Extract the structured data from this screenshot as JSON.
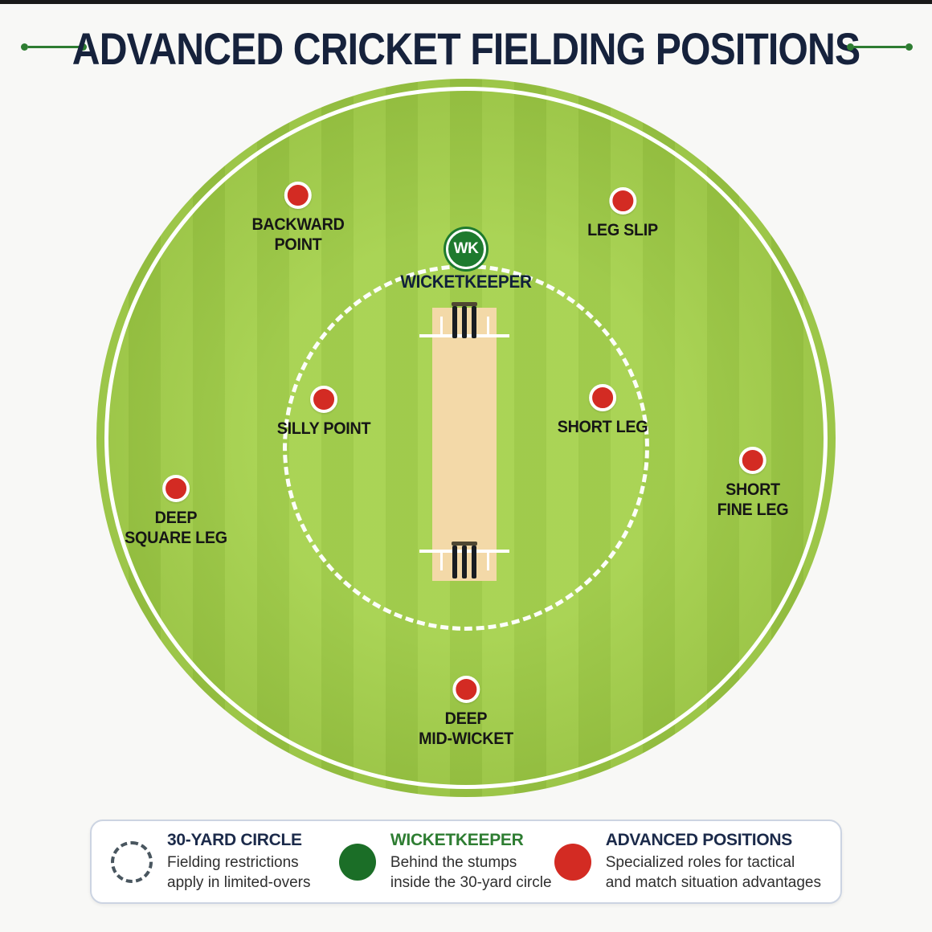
{
  "title": "ADVANCED CRICKET FIELDING POSITIONS",
  "colors": {
    "background": "#f8f8f6",
    "title_navy": "#16223c",
    "accent_green": "#2e7d32",
    "field_green_light": "#a6d24d",
    "field_green_dark": "#9bc843",
    "boundary_white": "#ffffff",
    "pitch_tan": "#f3d9a8",
    "marker_red": "#d32b23",
    "wicketkeeper_green": "#1e7a2e",
    "label_dark": "#161616",
    "legend_slate": "#49565f"
  },
  "field": {
    "wicketkeeper": {
      "abbr": "WK",
      "label": "WICKETKEEPER"
    },
    "positions": [
      {
        "name": "backward-point",
        "line1": "BACKWARD",
        "line2": "POINT"
      },
      {
        "name": "leg-slip",
        "line1": "LEG SLIP",
        "line2": ""
      },
      {
        "name": "silly-point",
        "line1": "SILLY POINT",
        "line2": ""
      },
      {
        "name": "short-leg",
        "line1": "SHORT LEG",
        "line2": ""
      },
      {
        "name": "deep-square-leg",
        "line1": "DEEP",
        "line2": "SQUARE LEG"
      },
      {
        "name": "short-fine-leg",
        "line1": "SHORT",
        "line2": "FINE LEG"
      },
      {
        "name": "deep-mid-wicket",
        "line1": "DEEP",
        "line2": "MID-WICKET"
      }
    ]
  },
  "legend": {
    "items": [
      {
        "icon": "dashed-circle-icon",
        "title": "30-YARD CIRCLE",
        "desc1": "Fielding restrictions",
        "desc2": "apply in limited-overs"
      },
      {
        "icon": "wicketkeeper-dot-icon",
        "title": "WICKETKEEPER",
        "desc1": "Behind the stumps",
        "desc2": "inside the 30-yard circle"
      },
      {
        "icon": "advanced-positions-icon",
        "title": "ADVANCED POSITIONS",
        "desc1": "Specialized roles for tactical",
        "desc2": "and match situation advantages"
      }
    ]
  }
}
